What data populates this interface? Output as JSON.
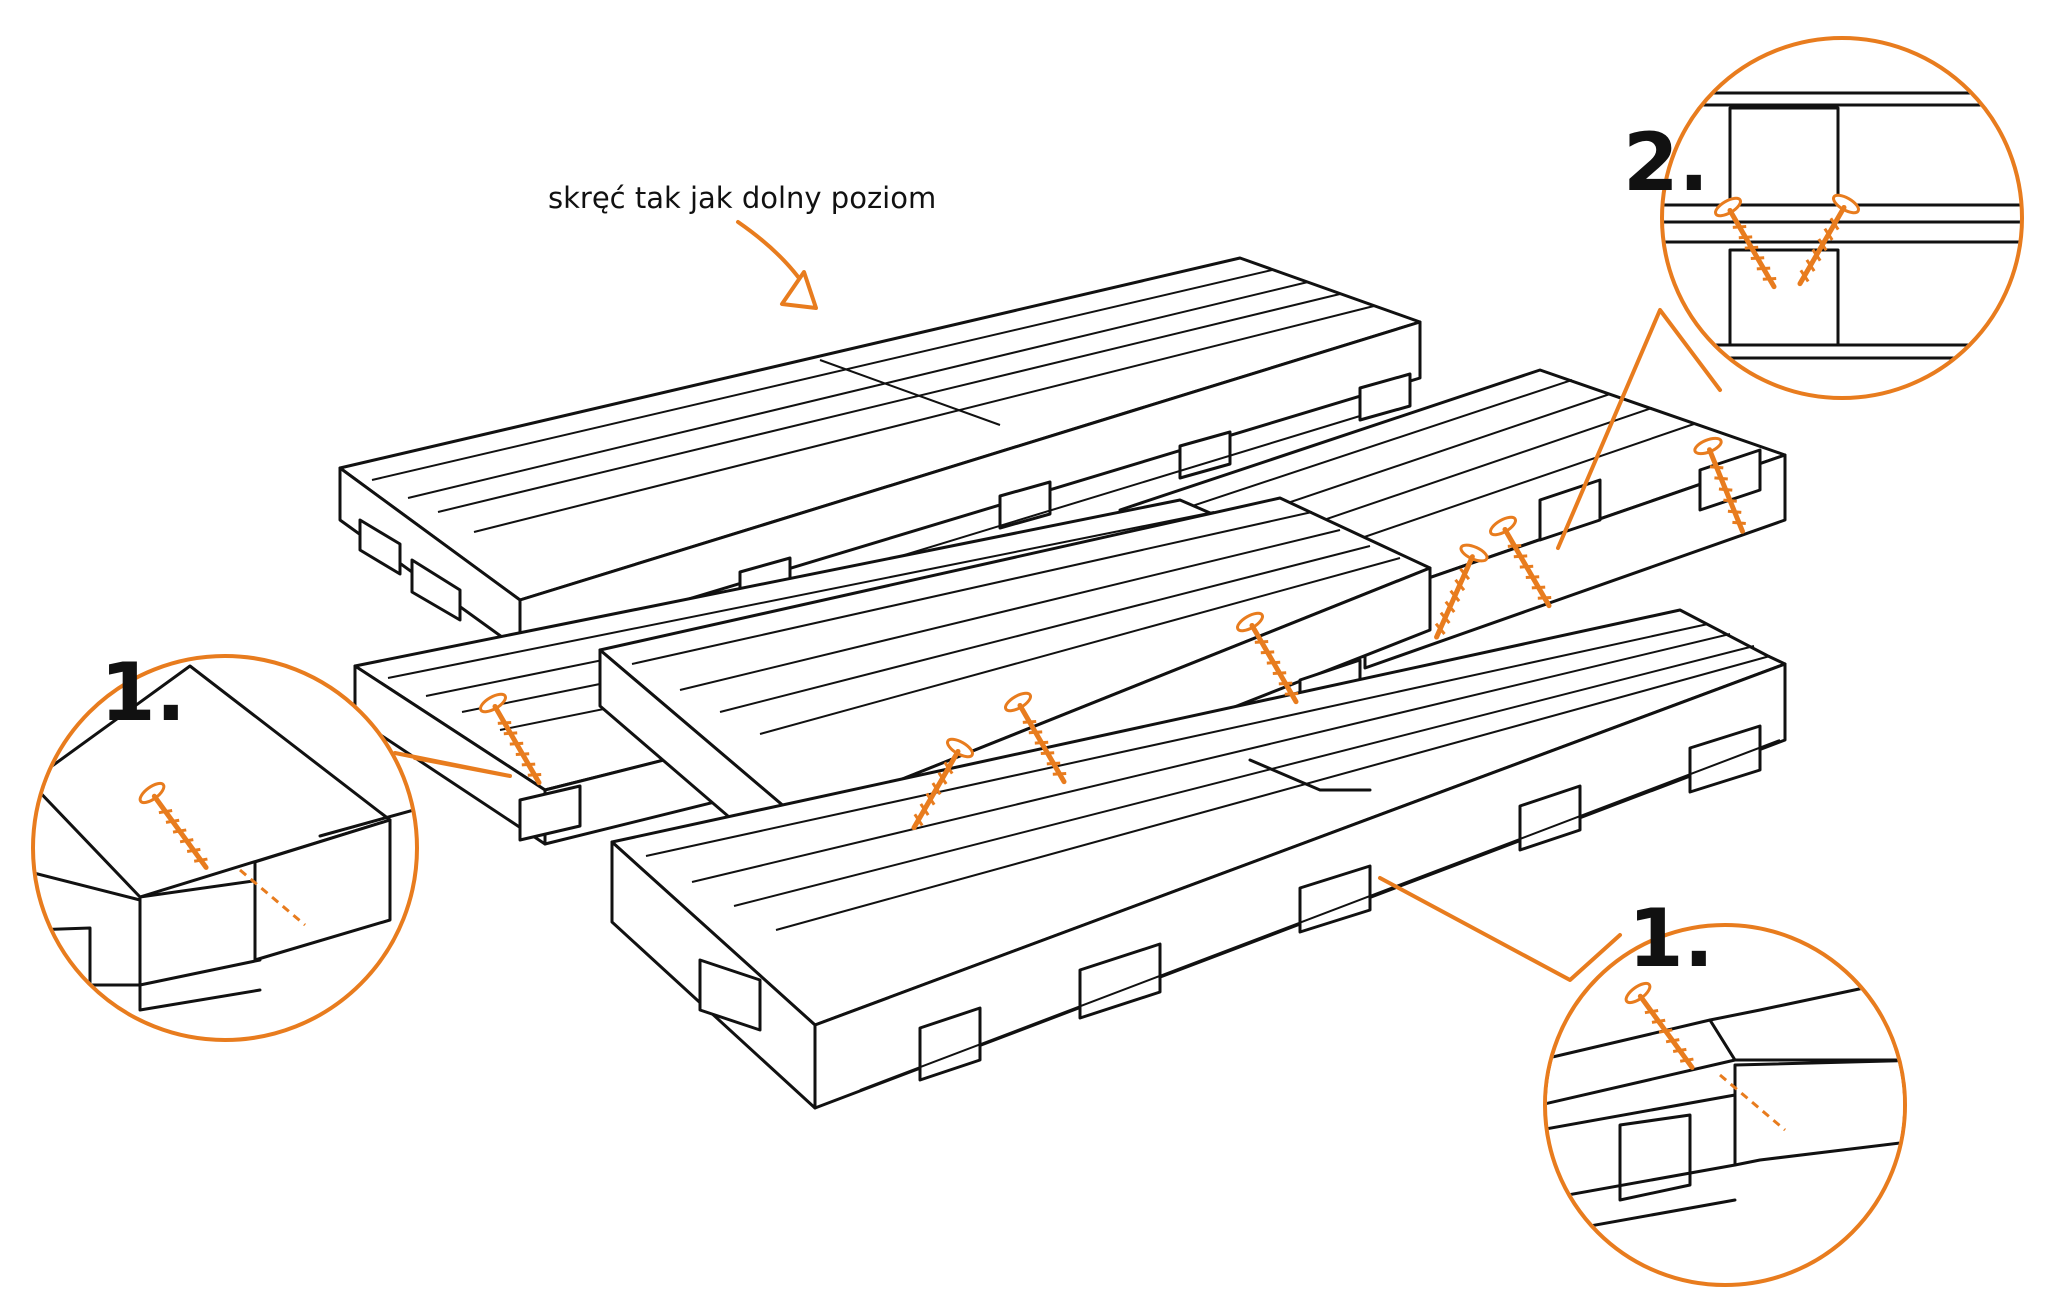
{
  "annotation": {
    "text": "skręć tak jak dolny poziom"
  },
  "callouts": [
    {
      "label": "1."
    },
    {
      "label": "2."
    },
    {
      "label": "1."
    }
  ],
  "colors": {
    "accent": "#e87c1e",
    "ink": "#111111",
    "background": "#ffffff"
  },
  "icons": [
    "screw-icon",
    "arrow-icon"
  ]
}
